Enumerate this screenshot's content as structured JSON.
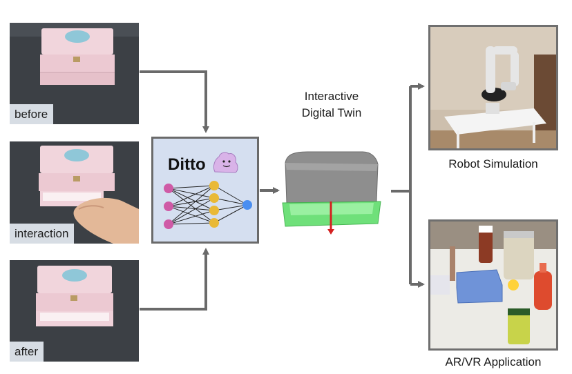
{
  "inputs": {
    "before_label": "before",
    "interaction_label": "interaction",
    "after_label": "after"
  },
  "model": {
    "name": "Ditto"
  },
  "twin": {
    "line1": "Interactive",
    "line2": "Digital Twin"
  },
  "outputs": {
    "robot_caption": "Robot Simulation",
    "arvr_caption": "AR/VR Application"
  },
  "colors": {
    "arrow": "#6a6a6a",
    "ditto_bg": "#d5dff0",
    "mesh_gray": "#8c8c8c",
    "mesh_green": "#6fe07a",
    "axis_red": "#d42020",
    "neuron_pink": "#cf5aa6",
    "neuron_yellow": "#e9b936",
    "neuron_blue": "#4a8ef0"
  },
  "icons": [
    "ditto-mascot-icon",
    "neural-network-icon",
    "red-axis-arrow-icon"
  ]
}
